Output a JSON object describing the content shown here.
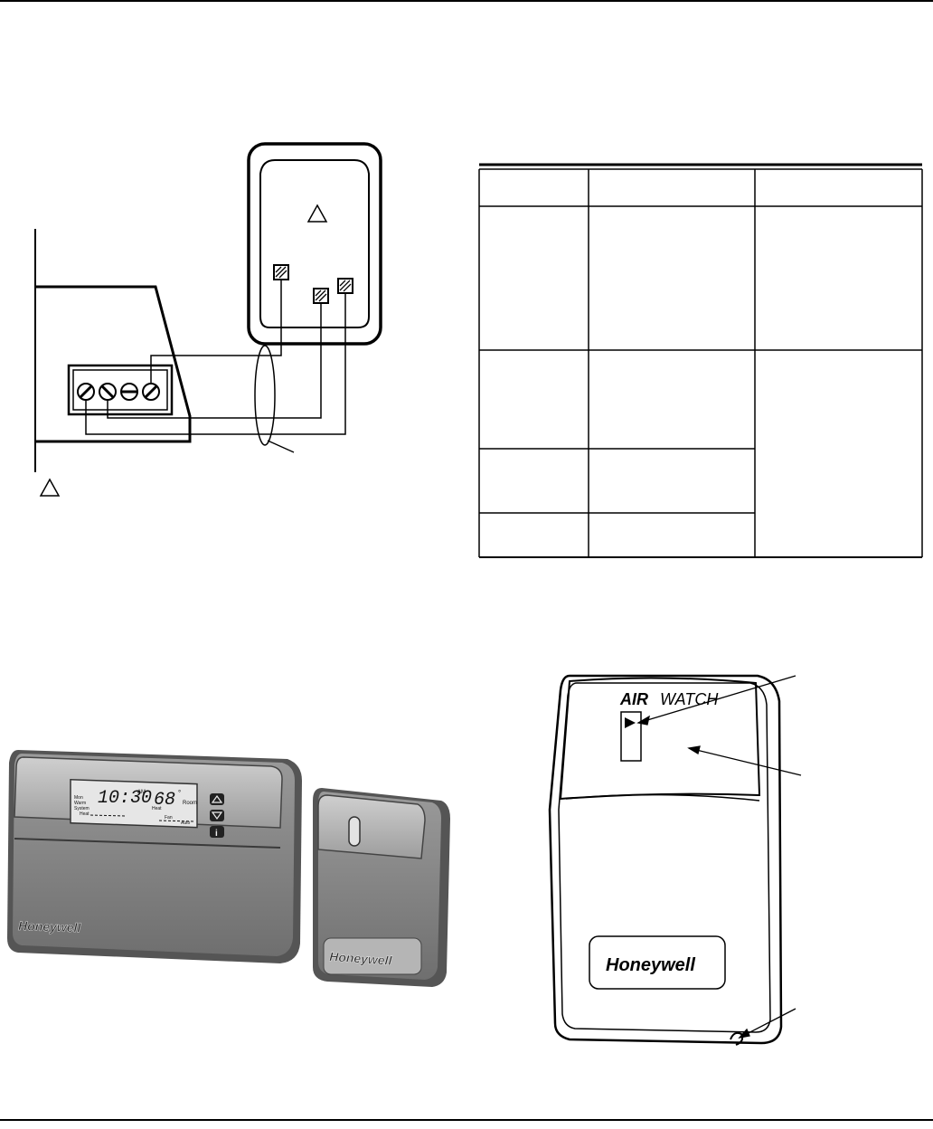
{
  "photo_left": {
    "thermostat": {
      "time": "10:30",
      "am": "AM",
      "temp": "68",
      "degree": "°",
      "room": "Room",
      "heat_label": "Heat",
      "mode_labels": [
        "Mon",
        "Warm",
        "System"
      ],
      "heat_mode": "Heat",
      "fan_label": "Fan",
      "auto_label": "Auto",
      "brand": "Honeywell"
    },
    "sensor": {
      "brand": "Honeywell"
    }
  },
  "airwatch": {
    "product_name_air": "AIR",
    "product_name_watch": "WATCH",
    "brand": "Honeywell"
  },
  "icons": {
    "warning_triangle": "warning-triangle-icon",
    "up": "up-arrow-button-icon",
    "down": "down-arrow-button-icon",
    "info": "info-button-icon"
  }
}
